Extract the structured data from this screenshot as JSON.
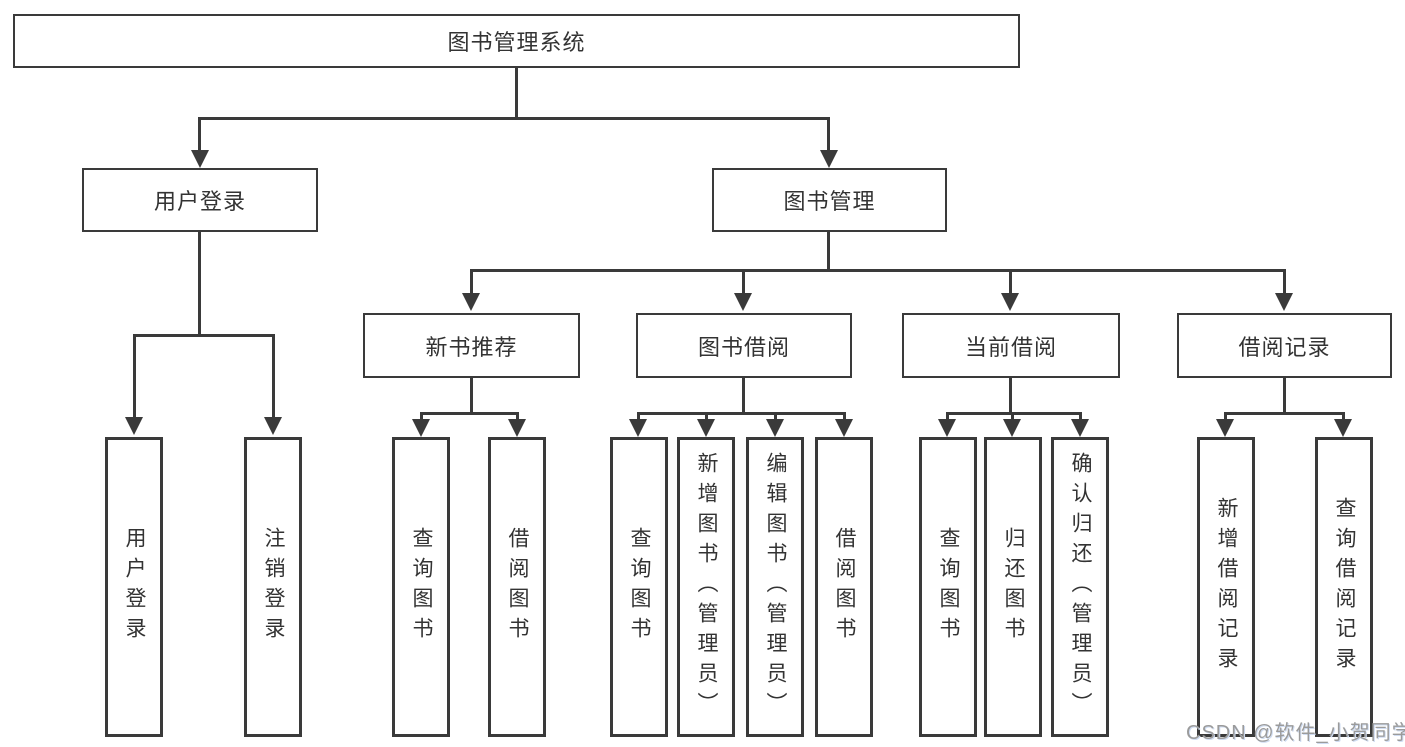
{
  "diagram": {
    "title_node": {
      "label": "图书管理系统"
    },
    "level2": {
      "user_login": {
        "label": "用户登录"
      },
      "book_mgmt": {
        "label": "图书管理"
      }
    },
    "level3": {
      "new_book_recommend": {
        "label": "新书推荐"
      },
      "book_borrow": {
        "label": "图书借阅"
      },
      "current_borrow": {
        "label": "当前借阅"
      },
      "borrow_record": {
        "label": "借阅记录"
      }
    },
    "leaves": {
      "user_login": {
        "label": "用户登录"
      },
      "logout": {
        "label": "注销登录"
      },
      "nb_query_book": {
        "label": "查询图书"
      },
      "nb_borrow_book": {
        "label": "借阅图书"
      },
      "bb_query_book": {
        "label": "查询图书"
      },
      "bb_add_book": {
        "label": "新增图书（管理员）"
      },
      "bb_edit_book": {
        "label": "编辑图书（管理员）"
      },
      "bb_borrow_book": {
        "label": "借阅图书"
      },
      "cb_query_book": {
        "label": "查询图书"
      },
      "cb_return_book": {
        "label": "归还图书"
      },
      "cb_confirm_return": {
        "label": "确认归还（管理员）"
      },
      "br_add_record": {
        "label": "新增借阅记录"
      },
      "br_query_record": {
        "label": "查询借阅记录"
      }
    },
    "watermark": "CSDN @软件_小贺同学",
    "colors": {
      "line": "#3a3a3a",
      "text": "#333333",
      "watermark": "#9b9b9b",
      "background": "#ffffff"
    }
  }
}
